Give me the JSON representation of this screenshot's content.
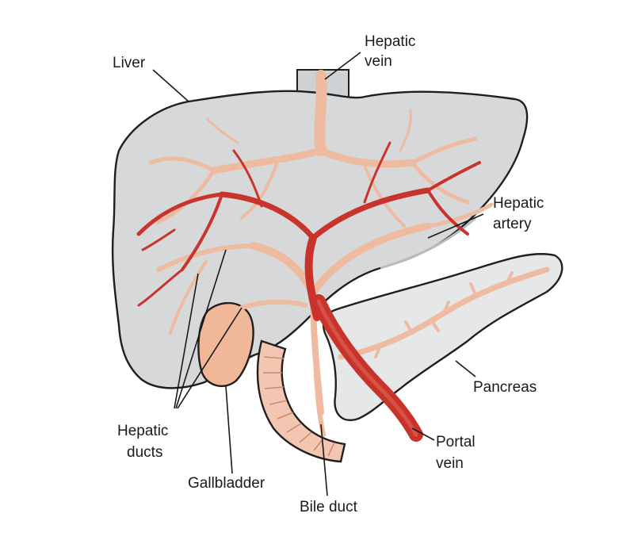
{
  "labels": {
    "liver": "Liver",
    "hepatic_vein_1": "Hepatic",
    "hepatic_vein_2": "vein",
    "hepatic_artery_1": "Hepatic",
    "hepatic_artery_2": "artery",
    "pancreas": "Pancreas",
    "portal_vein_1": "Portal",
    "portal_vein_2": "vein",
    "bile_duct": "Bile duct",
    "gallbladder": "Gallbladder",
    "hepatic_ducts_1": "Hepatic",
    "hepatic_ducts_2": "ducts"
  },
  "colors": {
    "liver_fill": "#d6d8da",
    "pancreas_fill": "#e6e7e8",
    "vein_tan": "#efbba0",
    "artery_red": "#c8342b",
    "gallbladder": "#f0b898",
    "outline": "#1f1f1f"
  }
}
